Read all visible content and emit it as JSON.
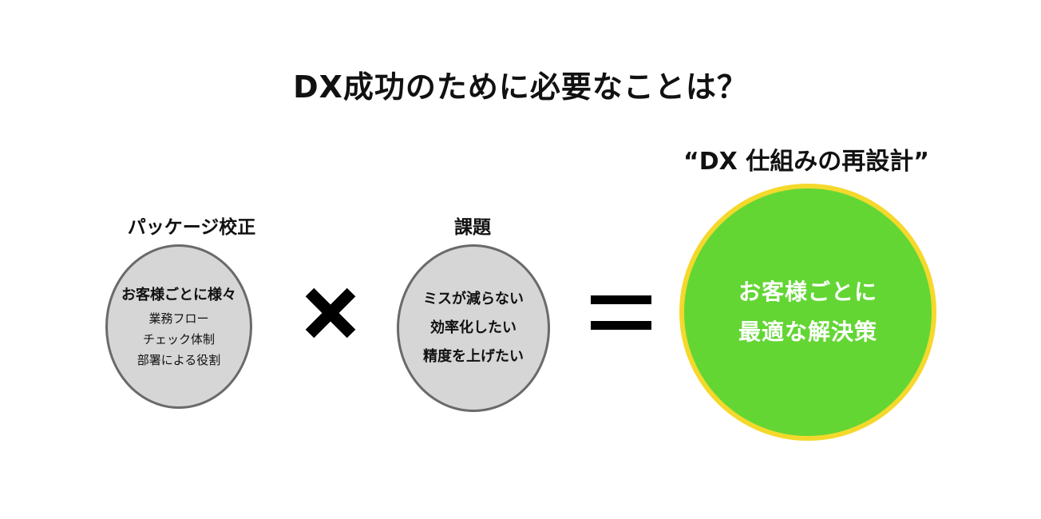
{
  "title": "DX成功のために必要なことは？",
  "left": {
    "label": "パッケージ校正",
    "lines": [
      "お客様ごとに様々",
      "業務フロー",
      "チェック体制",
      "部署による役割"
    ]
  },
  "middle": {
    "label": "課題",
    "lines": [
      "ミスが減らない",
      "効率化したい",
      "精度を上げたい"
    ]
  },
  "right": {
    "label": "“DX 仕組みの再設計”",
    "lines": [
      "お客様ごとに",
      "最適な解決策"
    ]
  },
  "operators": {
    "multiply": "multiply-icon",
    "equals": "equals-icon"
  },
  "colors": {
    "gray_fill": "#d6d6d6",
    "gray_border": "#6a6a6a",
    "green_fill": "#63d634",
    "green_border": "#f4d92c"
  }
}
